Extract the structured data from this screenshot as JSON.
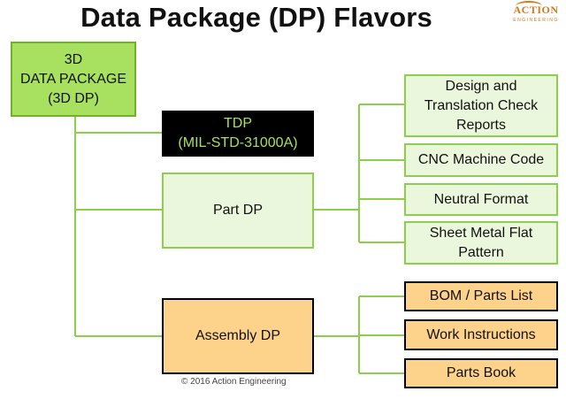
{
  "title": "Data Package (DP) Flavors",
  "logo": {
    "main": "ACTION",
    "sub": "ENGINEERING"
  },
  "nodes": {
    "root": "3D\nDATA PACKAGE\n(3D DP)",
    "tdp": "TDP\n(MIL-STD-31000A)",
    "part_dp": "Part DP",
    "assembly_dp": "Assembly DP",
    "design_reports": "Design and\nTranslation Check\nReports",
    "cnc": "CNC Machine Code",
    "neutral": "Neutral Format",
    "sheet_metal": "Sheet Metal Flat\nPattern",
    "bom": "BOM / Parts List",
    "work_instructions": "Work Instructions",
    "parts_book": "Parts Book"
  },
  "colors": {
    "connector": "#8ccf4a",
    "root_fill": "#a8e05f",
    "part_fill": "#ebf7dc",
    "assembly_fill": "#fdd28a",
    "tdp_text": "#a8e05f"
  },
  "copyright": "© 2016 Action Engineering"
}
